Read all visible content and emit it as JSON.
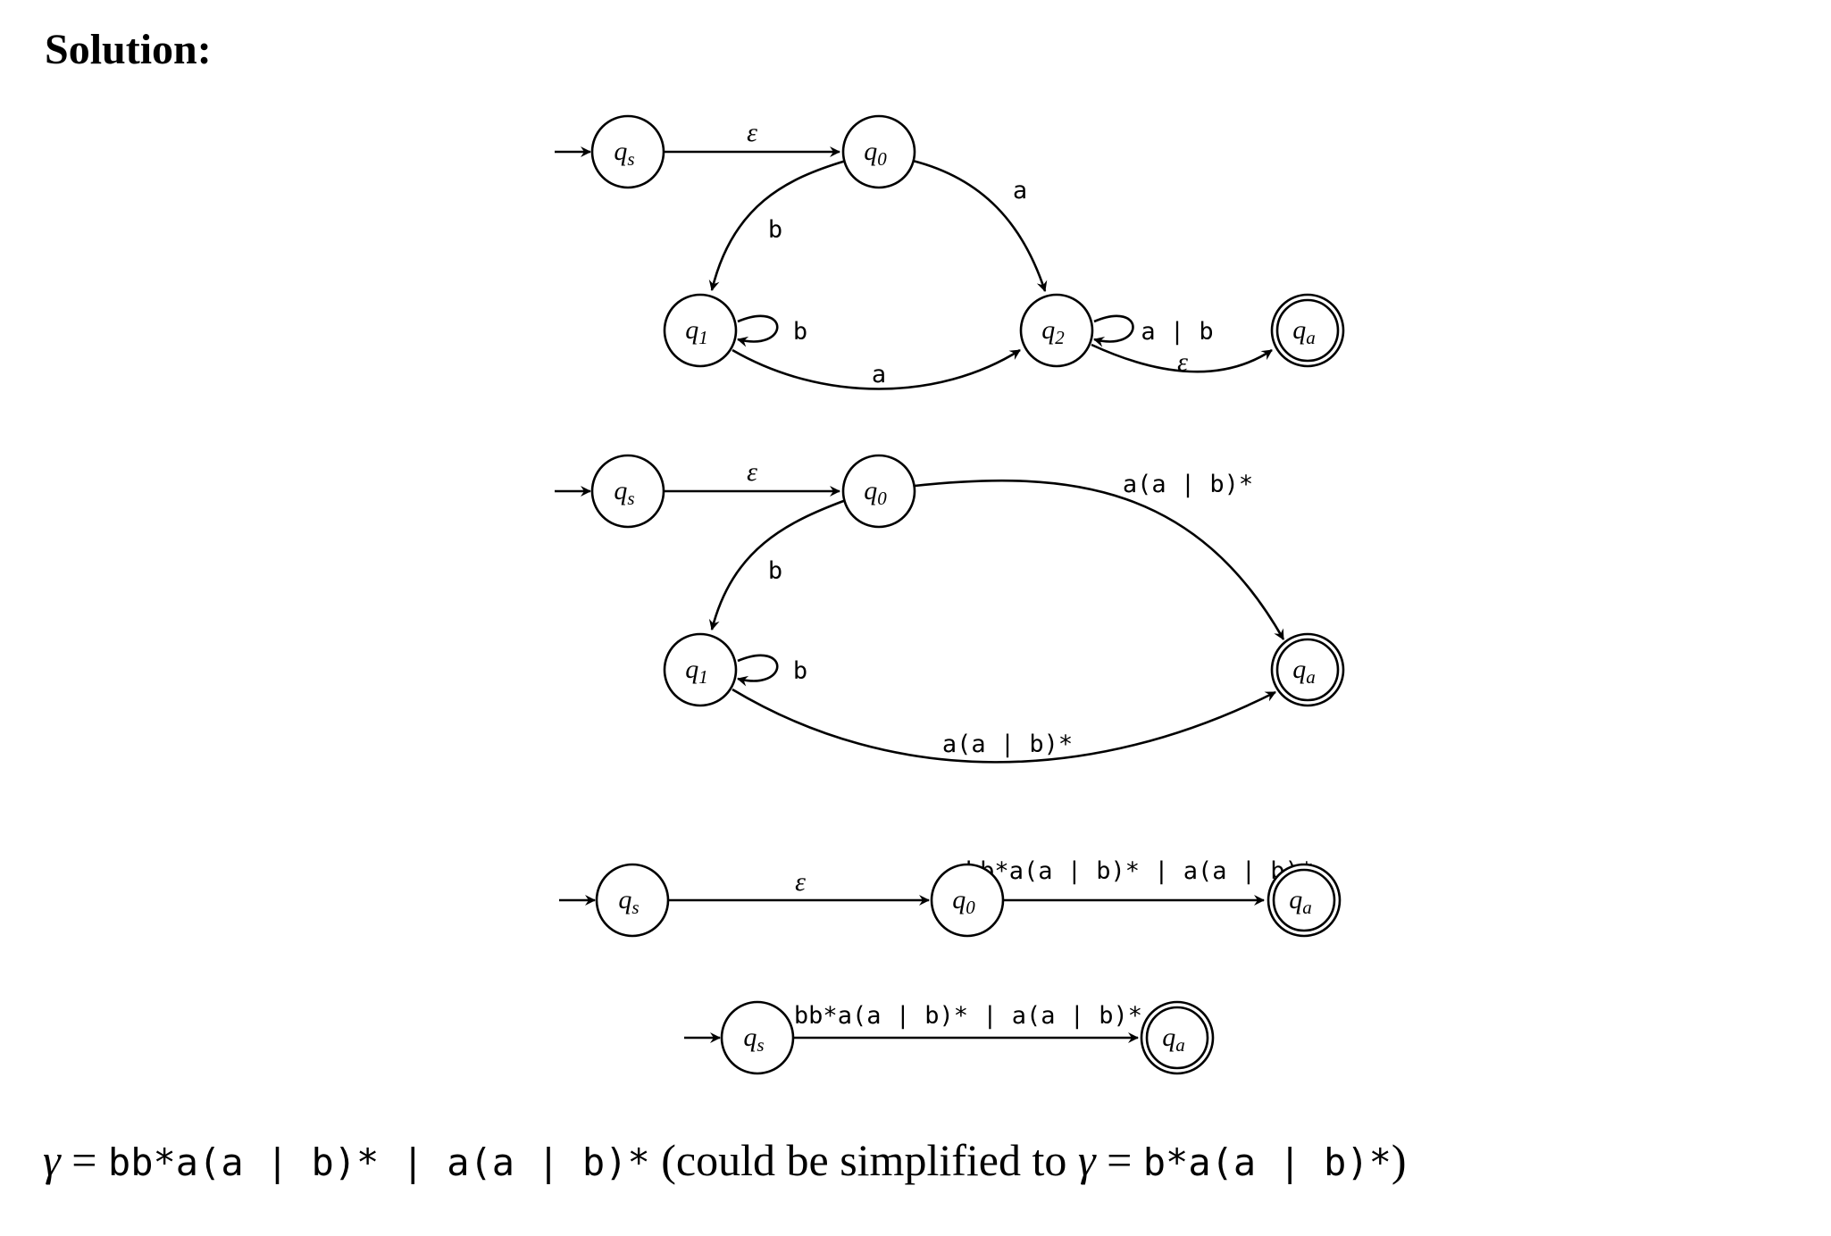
{
  "heading": "Solution:",
  "diagrams": [
    {
      "states": [
        {
          "id": "qs",
          "base": "q",
          "sub": "s",
          "accepting": false,
          "initial": true
        },
        {
          "id": "q0",
          "base": "q",
          "sub": "0",
          "accepting": false,
          "initial": false
        },
        {
          "id": "q1",
          "base": "q",
          "sub": "1",
          "accepting": false,
          "initial": false
        },
        {
          "id": "q2",
          "base": "q",
          "sub": "2",
          "accepting": false,
          "initial": false
        },
        {
          "id": "qa",
          "base": "q",
          "sub": "a",
          "accepting": true,
          "initial": false
        }
      ],
      "transitions": [
        {
          "from": "qs",
          "to": "q0",
          "label": "ε"
        },
        {
          "from": "q0",
          "to": "q1",
          "label": "b"
        },
        {
          "from": "q0",
          "to": "q2",
          "label": "a"
        },
        {
          "from": "q1",
          "to": "q1",
          "label": "b"
        },
        {
          "from": "q1",
          "to": "q2",
          "label": "a"
        },
        {
          "from": "q2",
          "to": "q2",
          "label": "a | b"
        },
        {
          "from": "q2",
          "to": "qa",
          "label": "ε"
        }
      ]
    },
    {
      "states": [
        {
          "id": "qs",
          "base": "q",
          "sub": "s",
          "accepting": false,
          "initial": true
        },
        {
          "id": "q0",
          "base": "q",
          "sub": "0",
          "accepting": false,
          "initial": false
        },
        {
          "id": "q1",
          "base": "q",
          "sub": "1",
          "accepting": false,
          "initial": false
        },
        {
          "id": "qa",
          "base": "q",
          "sub": "a",
          "accepting": true,
          "initial": false
        }
      ],
      "transitions": [
        {
          "from": "qs",
          "to": "q0",
          "label": "ε"
        },
        {
          "from": "q0",
          "to": "q1",
          "label": "b"
        },
        {
          "from": "q0",
          "to": "qa",
          "label": "a(a | b)*"
        },
        {
          "from": "q1",
          "to": "q1",
          "label": "b"
        },
        {
          "from": "q1",
          "to": "qa",
          "label": "a(a | b)*"
        }
      ]
    },
    {
      "states": [
        {
          "id": "qs",
          "base": "q",
          "sub": "s",
          "accepting": false,
          "initial": true
        },
        {
          "id": "q0",
          "base": "q",
          "sub": "0",
          "accepting": false,
          "initial": false
        },
        {
          "id": "qa",
          "base": "q",
          "sub": "a",
          "accepting": true,
          "initial": false
        }
      ],
      "transitions": [
        {
          "from": "qs",
          "to": "q0",
          "label": "ε"
        },
        {
          "from": "q0",
          "to": "qa",
          "label": "bb*a(a | b)* | a(a | b)*"
        }
      ]
    },
    {
      "states": [
        {
          "id": "qs",
          "base": "q",
          "sub": "s",
          "accepting": false,
          "initial": true
        },
        {
          "id": "qa",
          "base": "q",
          "sub": "a",
          "accepting": true,
          "initial": false
        }
      ],
      "transitions": [
        {
          "from": "qs",
          "to": "qa",
          "label": "bb*a(a | b)* | a(a | b)*"
        }
      ]
    }
  ],
  "result": {
    "gamma": "γ",
    "equals": " = ",
    "expr": "bb*a(a | b)* | a(a | b)*",
    "note_open": " (could be simplified to ",
    "gamma2": "γ",
    "equals2": " = ",
    "simplified": "b*a(a | b)*",
    "note_close": ")"
  }
}
